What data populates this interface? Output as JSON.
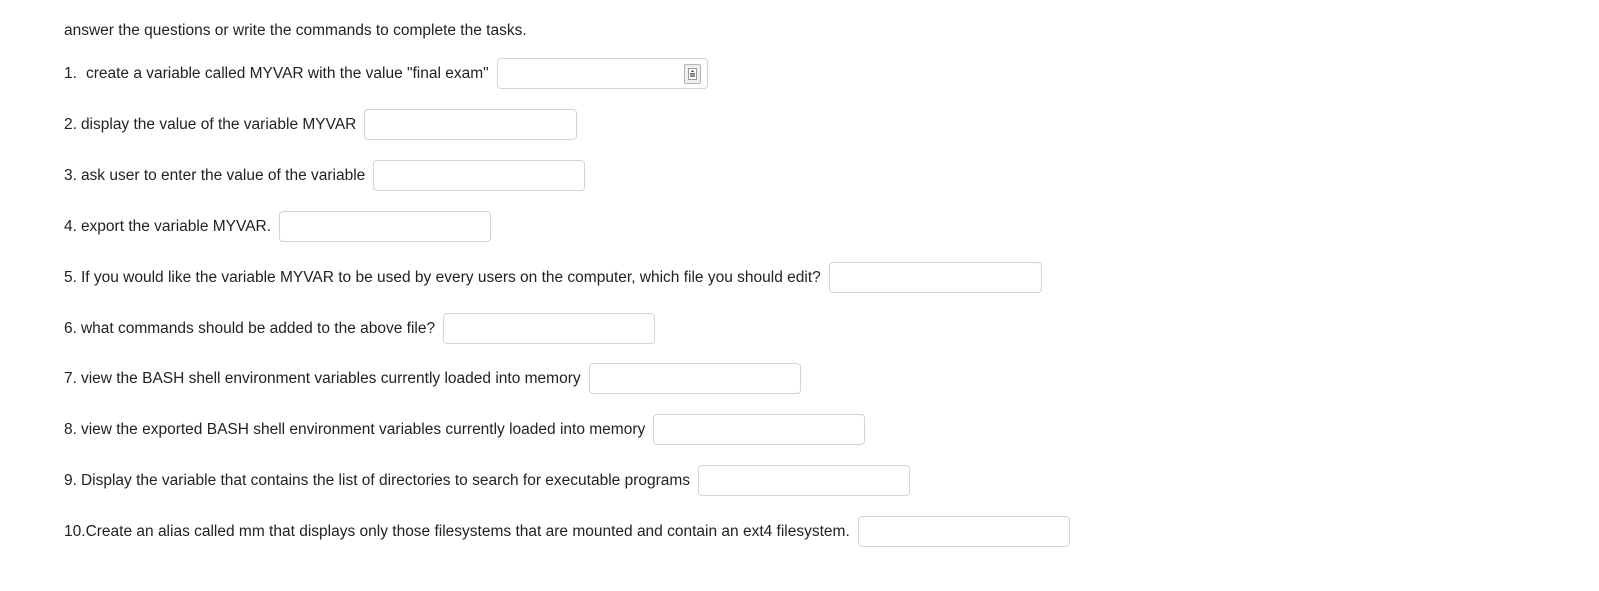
{
  "document": {
    "intro": "answer the questions or write the commands to complete the tasks.",
    "background_color": "#ffffff",
    "text_color": "#222222",
    "box_border_color": "#d4d4d4",
    "box_fill_color": "#ffffff"
  },
  "questions": [
    {
      "number": "1.",
      "text": "create a variable called MYVAR with the value \"final exam\"",
      "answer_value": "",
      "answer_placeholder": "",
      "has_inline_icon": true,
      "icon_name": "stepper-handle-icon"
    },
    {
      "number": "2.",
      "text": "display the value of the variable MYVAR",
      "answer_value": "",
      "answer_placeholder": "",
      "has_inline_icon": false
    },
    {
      "number": "3.",
      "text": "ask user to enter the value of the variable",
      "answer_value": "",
      "answer_placeholder": "",
      "has_inline_icon": false
    },
    {
      "number": "4.",
      "text": "export the variable MYVAR.",
      "answer_value": "",
      "answer_placeholder": "",
      "has_inline_icon": false
    },
    {
      "number": "5.",
      "text": "If you would like the variable MYVAR to be used by every users on the computer, which file you should edit?",
      "answer_value": "",
      "answer_placeholder": "",
      "has_inline_icon": false
    },
    {
      "number": "6.",
      "text": "what commands should be added to the above file?",
      "answer_value": "",
      "answer_placeholder": "",
      "has_inline_icon": false
    },
    {
      "number": "7.",
      "text": "view the BASH shell environment variables currently loaded into memory",
      "answer_value": "",
      "answer_placeholder": "",
      "has_inline_icon": false
    },
    {
      "number": "8.",
      "text": "view the exported BASH shell environment variables currently loaded into memory",
      "answer_value": "",
      "answer_placeholder": "",
      "has_inline_icon": false
    },
    {
      "number": "9.",
      "text": "Display the variable that contains the list of directories to search for executable programs",
      "answer_value": "",
      "answer_placeholder": "",
      "has_inline_icon": false
    },
    {
      "number": "10.",
      "text": "Create an alias called mm that displays only those filesystems that are mounted and contain an ext4 filesystem.",
      "answer_value": "",
      "answer_placeholder": "",
      "has_inline_icon": false
    }
  ]
}
